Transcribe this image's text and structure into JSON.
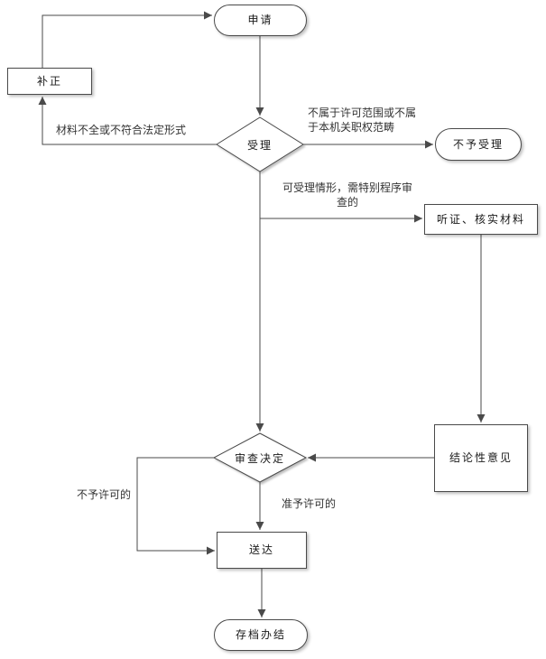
{
  "nodes": {
    "apply": {
      "label": "申请"
    },
    "supplement": {
      "label": "补正"
    },
    "accept": {
      "label": "受理"
    },
    "reject": {
      "label": "不予受理"
    },
    "hearing": {
      "label": "听证、核实材料"
    },
    "conclusion": {
      "label": "结论性意见"
    },
    "decision": {
      "label": "审查决定"
    },
    "deliver": {
      "label": "送达"
    },
    "archive": {
      "label": "存档办结"
    }
  },
  "edge_labels": {
    "incomplete": "材料不全或不符合法定形式",
    "out_of_scope_line1": "不属于许可范围或不属",
    "out_of_scope_line2": "于本机关职权范畴",
    "special_line1": "可受理情形，需特别程序审",
    "special_line2": "查的",
    "not_permitted": "不予许可的",
    "permitted": "准予许可的"
  },
  "colors": {
    "background": "#ffffff",
    "shape_fill": "#ffffff",
    "shape_border": "#4a4a4a",
    "line": "#4a4a4a",
    "text": "#1a1a1a"
  }
}
